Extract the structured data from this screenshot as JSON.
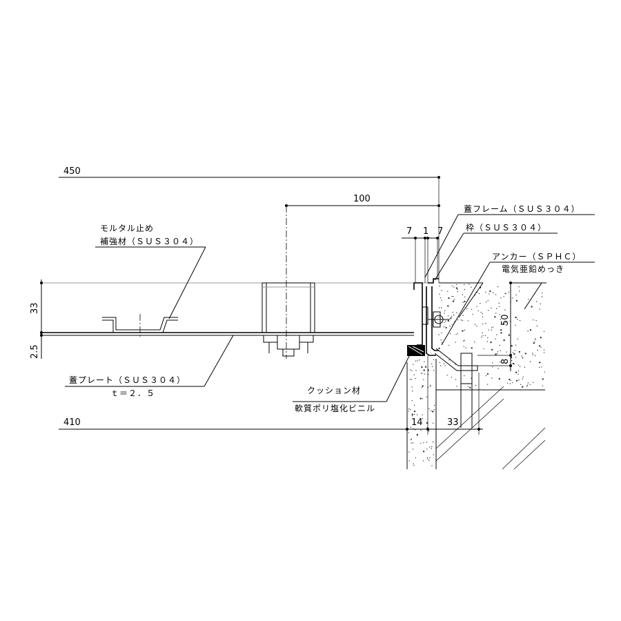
{
  "dimensions": {
    "overall_width": "450",
    "offset_100": "100",
    "frame_7_left": "7",
    "frame_1": "1",
    "frame_7_right": "7",
    "height_33": "33",
    "plate_2_5": "2.5",
    "anchor_50": "50",
    "anchor_8": "8",
    "bottom_410": "410",
    "bottom_14": "14",
    "bottom_33": "33"
  },
  "labels": {
    "mortar_stop_line1": "モルタル止め",
    "mortar_stop_line2": "補強材（ＳＵＳ３０４）",
    "cover_frame": "蓋フレーム（ＳＵＳ３０４）",
    "frame": "枠（ＳＵＳ３０４）",
    "anchor_line1": "アンカー（ＳＰＨＣ）",
    "anchor_line2": "電気亜鉛めっき",
    "cover_plate_line1": "蓋プレート（ＳＵＳ３０４）",
    "cover_plate_line2": "ｔ＝２．５",
    "cushion_line1": "クッション材",
    "cushion_line2": "軟質ポリ塩化ビニル"
  }
}
